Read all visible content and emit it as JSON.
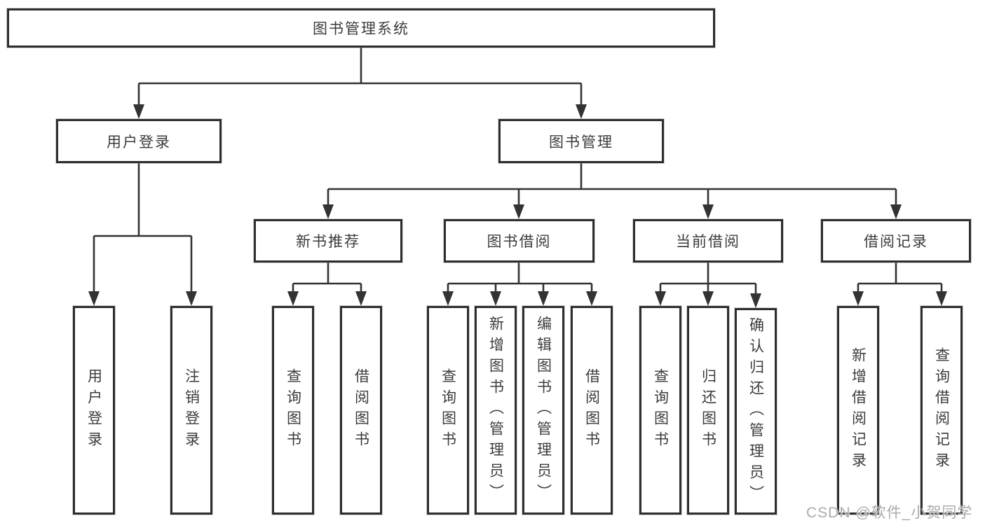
{
  "diagram": {
    "root": {
      "label": "图书管理系统"
    },
    "level2": [
      {
        "id": "user-login",
        "label": "用户登录"
      },
      {
        "id": "book-management",
        "label": "图书管理"
      }
    ],
    "level3": [
      {
        "id": "new-book-recommend",
        "label": "新书推荐",
        "parent": "图书管理"
      },
      {
        "id": "book-borrow",
        "label": "图书借阅",
        "parent": "图书管理"
      },
      {
        "id": "current-borrow",
        "label": "当前借阅",
        "parent": "图书管理"
      },
      {
        "id": "borrow-records",
        "label": "借阅记录",
        "parent": "图书管理"
      }
    ],
    "leaves": [
      {
        "id": "user-login-leaf",
        "label": "用户登录",
        "parent": "用户登录"
      },
      {
        "id": "logout-leaf",
        "label": "注销登录",
        "parent": "用户登录"
      },
      {
        "id": "query-book-recommend",
        "label": "查询图书",
        "parent": "新书推荐"
      },
      {
        "id": "borrow-book-recommend",
        "label": "借阅图书",
        "parent": "新书推荐"
      },
      {
        "id": "query-book-borrow",
        "label": "查询图书",
        "parent": "图书借阅"
      },
      {
        "id": "add-book-admin",
        "label": "新增图书（管理员）",
        "parent": "图书借阅"
      },
      {
        "id": "edit-book-admin",
        "label": "编辑图书（管理员）",
        "parent": "图书借阅"
      },
      {
        "id": "borrow-book-borrow",
        "label": "借阅图书",
        "parent": "图书借阅"
      },
      {
        "id": "query-book-current",
        "label": "查询图书",
        "parent": "当前借阅"
      },
      {
        "id": "return-book",
        "label": "归还图书",
        "parent": "当前借阅"
      },
      {
        "id": "confirm-return-admin",
        "label": "确认归还（管理员）",
        "parent": "当前借阅"
      },
      {
        "id": "add-borrow-record",
        "label": "新增借阅记录",
        "parent": "借阅记录"
      },
      {
        "id": "query-borrow-record",
        "label": "查询借阅记录",
        "parent": "借阅记录"
      }
    ],
    "colors": {
      "line": "#333333",
      "box_border": "#2e2e2e",
      "text": "#3c3c3c",
      "background": "#ffffff",
      "watermark": "#ababab"
    }
  },
  "watermark": {
    "text": "CSDN @软件_小贺同学"
  }
}
